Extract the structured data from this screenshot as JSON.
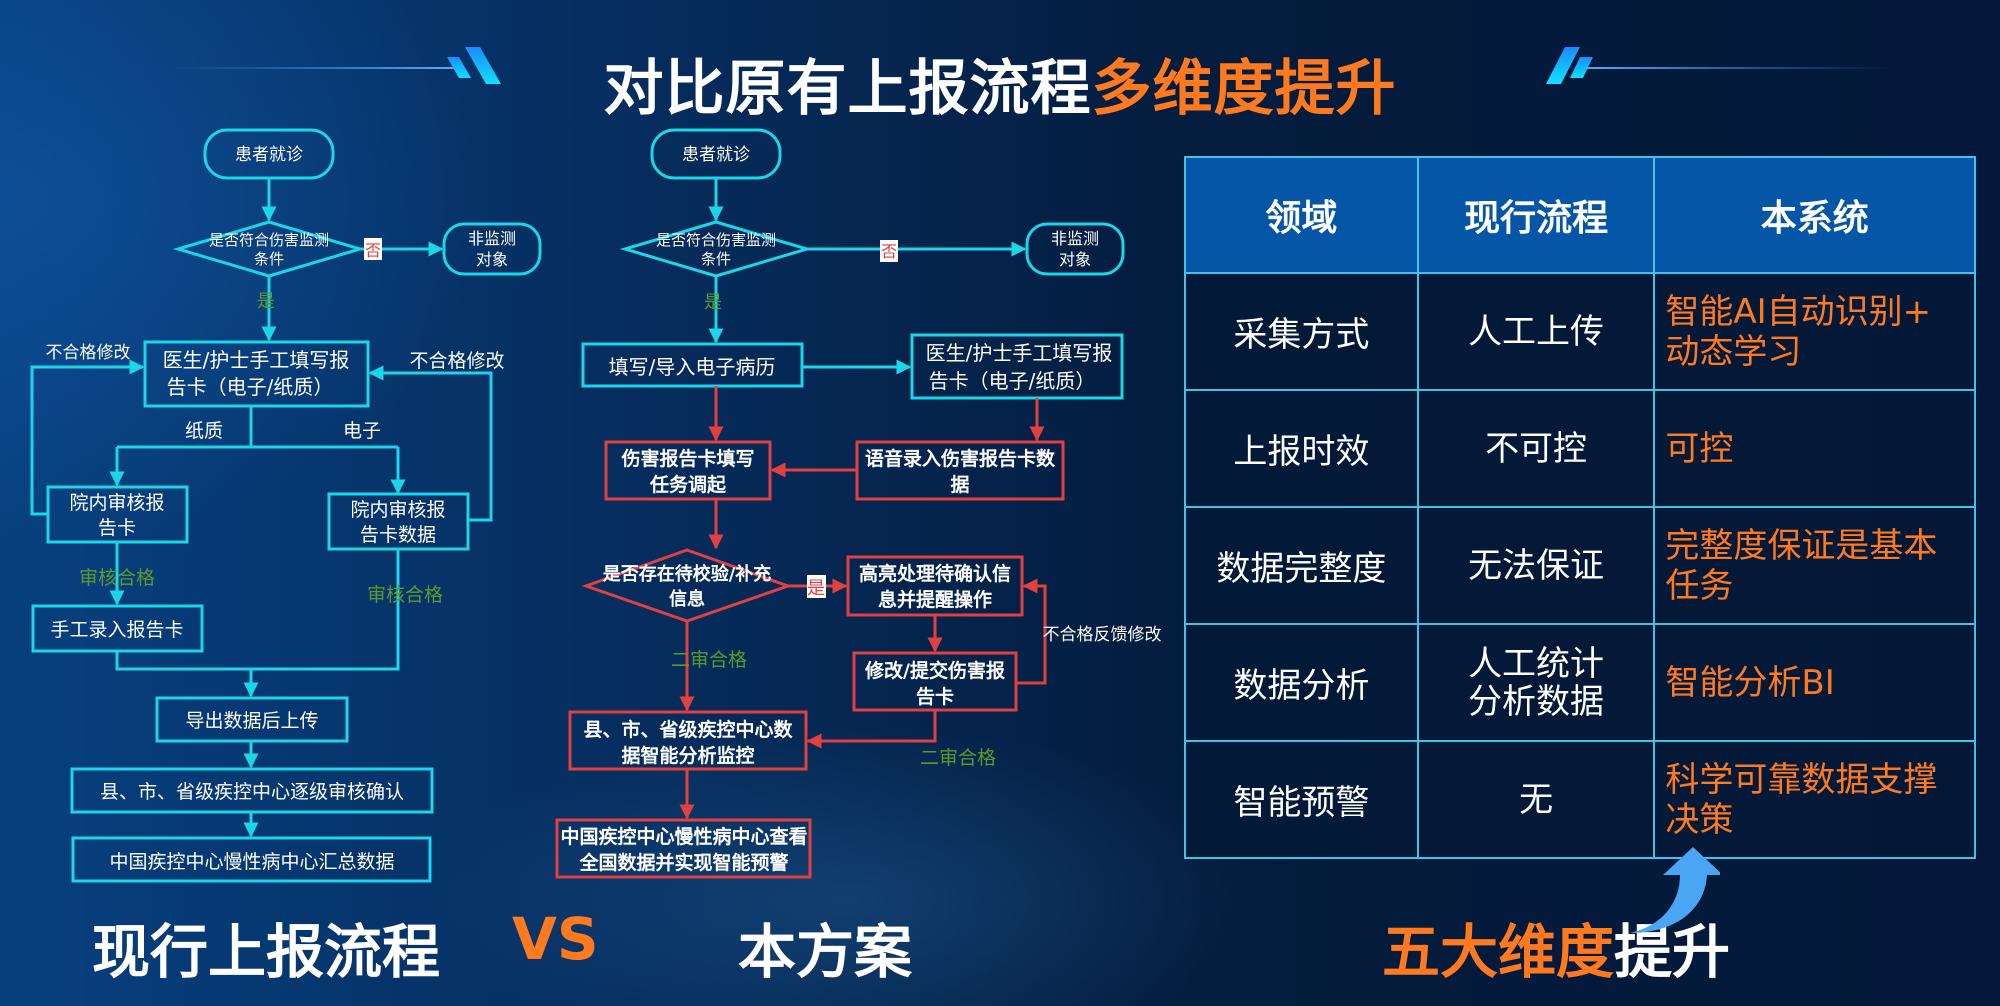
{
  "title": {
    "main": "对比原有上报流程",
    "accent": "多维度提升"
  },
  "colors": {
    "accent": "#ff7a1f",
    "cyan": "#1ad6e6",
    "red": "#e04040",
    "green": "#5a9a2c",
    "header_bg": "#0656a8"
  },
  "left_flow": {
    "start": "患者就诊",
    "decision": [
      "是否符合伤害监测",
      "条件"
    ],
    "no_label": "否",
    "no_target": [
      "非监测",
      "对象"
    ],
    "yes_label": "是",
    "fill_card": [
      "医生/护士手工填写报",
      "告卡（电子/纸质）"
    ],
    "reject_left": "不合格修改",
    "reject_right": "不合格修改",
    "paper_label": "纸质",
    "electronic_label": "电子",
    "review_paper": [
      "院内审核报",
      "告卡"
    ],
    "review_electronic": [
      "院内审核报",
      "告卡数据"
    ],
    "pass_left": "审核合格",
    "pass_right": "审核合格",
    "manual_entry": "手工录入报告卡",
    "export_upload": "导出数据后上传",
    "levels_confirm": "县、市、省级疾控中心逐级审核确认",
    "national_summary": "中国疾控中心慢性病中心汇总数据"
  },
  "right_flow": {
    "start": "患者就诊",
    "decision": [
      "是否符合伤害监测",
      "条件"
    ],
    "no_label": "否",
    "no_target": [
      "非监测",
      "对象"
    ],
    "yes_label": "是",
    "emr": "填写/导入电子病历",
    "manual_card": [
      "医生/护士手工填写报",
      "告卡（电子/纸质）"
    ],
    "task_invoke": [
      "伤害报告卡填写",
      "任务调起"
    ],
    "voice_entry": [
      "语音录入伤害报告卡数",
      "据"
    ],
    "check_decision": [
      "是否存在待校验/补充",
      "信息"
    ],
    "check_yes": "是",
    "highlight": [
      "高亮处理待确认信",
      "息并提醒操作"
    ],
    "feedback_label": "不合格反馈修改",
    "modify_submit": [
      "修改/提交伤害报",
      "告卡"
    ],
    "second_pass_left": "二审合格",
    "second_pass_right": "二审合格",
    "smart_monitor": [
      "县、市、省级疾控中心数",
      "据智能分析监控"
    ],
    "national_warning": [
      "中国疾控中心慢性病中心查看",
      "全国数据并实现智能预警"
    ]
  },
  "table": {
    "headers": [
      "领域",
      "现行流程",
      "本系统"
    ],
    "rows": [
      {
        "domain": "采集方式",
        "current": [
          "人工上传"
        ],
        "system": [
          "智能AI自动识别+",
          "动态学习"
        ]
      },
      {
        "domain": "上报时效",
        "current": [
          "不可控"
        ],
        "system": [
          "可控"
        ]
      },
      {
        "domain": "数据完整度",
        "current": [
          "无法保证"
        ],
        "system": [
          "完整度保证是基本",
          "任务"
        ]
      },
      {
        "domain": "数据分析",
        "current": [
          "人工统计",
          "分析数据"
        ],
        "system": [
          "智能分析BI"
        ]
      },
      {
        "domain": "智能预警",
        "current": [
          "无"
        ],
        "system": [
          "科学可靠数据支撑",
          "决策"
        ]
      }
    ]
  },
  "bottom": {
    "left": "现行上报流程",
    "vs": "VS",
    "middle": "本方案",
    "right_accent": "五大维度",
    "right_white": "提升"
  },
  "icons": {
    "arrow_up": "curved-up-arrow-icon",
    "title_deco": "slash-line-icon"
  }
}
